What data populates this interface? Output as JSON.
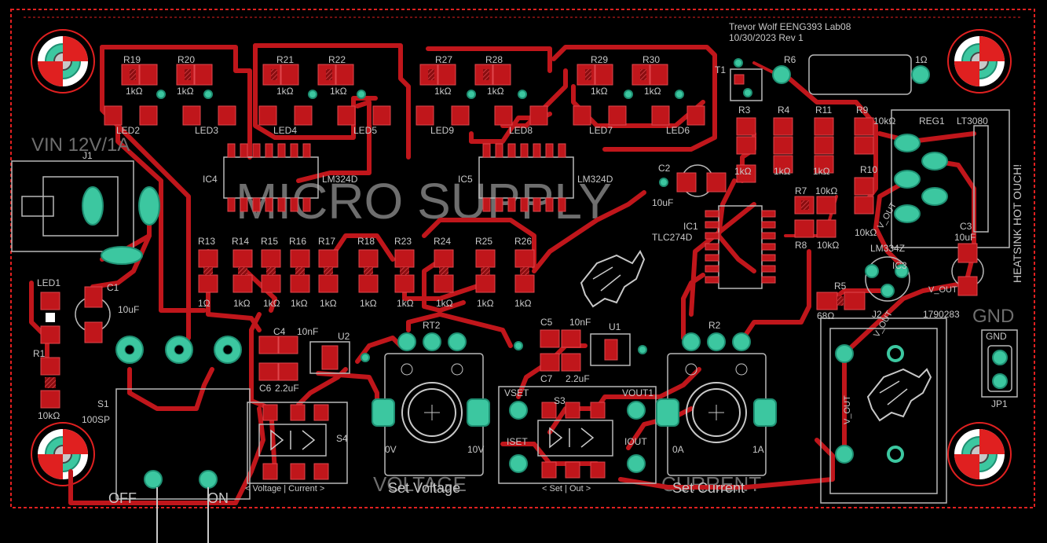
{
  "title_block": {
    "author_line": "Trevor Wolf  EENG393 Lab08",
    "date_line": "10/30/2023  Rev 1"
  },
  "board_title": "MICRO SUPPLY",
  "section_labels": {
    "vin": "VIN 12V/1A",
    "heatsink": "HEATSINK HOT OUCH!",
    "gnd": "GND",
    "voltage": "VOLTAGE",
    "current": "CURRENT",
    "set_voltage": "Set Voltage",
    "set_current": "Set Current",
    "voltage_current_switch": "< Voltage | Current >",
    "set_out_switch": "< Set | Out >",
    "off": "OFF",
    "on": "ON",
    "v_out": "V_OUT",
    "zero_v": "0V",
    "ten_v": "10V",
    "zero_a": "0A",
    "one_a": "1A"
  },
  "components": {
    "r19": "R19",
    "r20": "R20",
    "r21": "R21",
    "r22": "R22",
    "r27": "R27",
    "r28": "R28",
    "r29": "R29",
    "r30": "R30",
    "r13": "R13",
    "r14": "R14",
    "r15": "R15",
    "r16": "R16",
    "r17": "R17",
    "r18": "R18",
    "r23": "R23",
    "r24": "R24",
    "r25": "R25",
    "r26": "R26",
    "r1": "R1",
    "r2": "R2",
    "r3": "R3",
    "r4": "R4",
    "r5": "R5",
    "r6": "R6",
    "r7": "R7",
    "r8": "R8",
    "r9": "R9",
    "r10": "R10",
    "r11": "R11",
    "rt2": "RT2",
    "led1": "LED1",
    "led2": "LED2",
    "led3": "LED3",
    "led4": "LED4",
    "led5": "LED5",
    "led6": "LED6",
    "led7": "LED7",
    "led8": "LED8",
    "led9": "LED9",
    "ic1": "IC1",
    "ic3": "IC3",
    "ic4": "IC4",
    "ic5": "IC5",
    "lm324d_a": "LM324D",
    "lm324d_b": "LM324D",
    "tlc274d": "TLC274D",
    "lm334z": "LM334Z",
    "lt3080": "LT3080",
    "reg1": "REG1",
    "c1": "C1",
    "c2": "C2",
    "c3": "C3",
    "c4": "C4",
    "c5": "C5",
    "c6": "C6",
    "c7": "C7",
    "u1": "U1",
    "u2": "U2",
    "s1": "S1",
    "s3": "S3",
    "s4": "S4",
    "t1": "T1",
    "j1": "J1",
    "j2": "J2",
    "jp1": "JP1",
    "s1_part": "100SP",
    "part_1790283": "1790283",
    "vset": "VSET",
    "iset": "ISET",
    "vout1": "VOUT1",
    "iout": "IOUT"
  },
  "values": {
    "r_1k": "1kΩ",
    "r_10k": "10kΩ",
    "r_1ohm": "1Ω",
    "r_68": "68Ω",
    "c_10u": "10uF",
    "c_10n": "10nF",
    "c_2u2": "2.2uF"
  },
  "icons": [
    "mounting-hole-icon",
    "donkey-logo-icon"
  ],
  "colors": {
    "copper": "#c0161b",
    "thru_hole": "#3cc7a0",
    "silkscreen": "#c8c8c8",
    "board_edge": "#e02020"
  }
}
